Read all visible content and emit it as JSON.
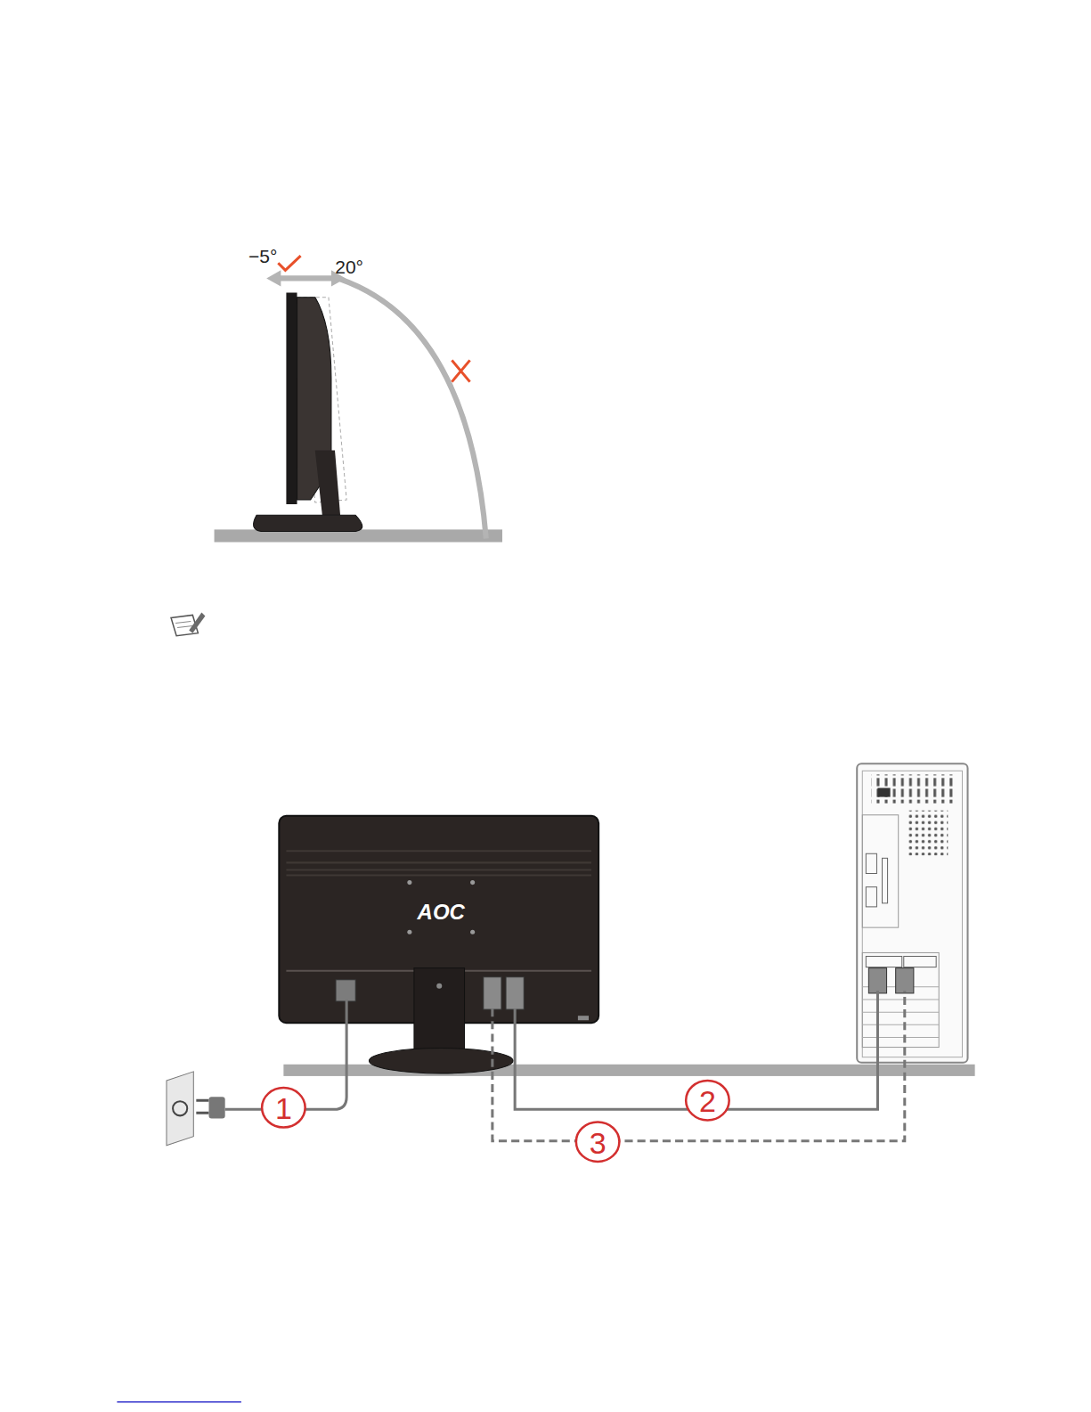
{
  "diagram": {
    "labels": [
      "−5°",
      "20°",
      "AOC",
      "1",
      "2",
      "3"
    ]
  }
}
